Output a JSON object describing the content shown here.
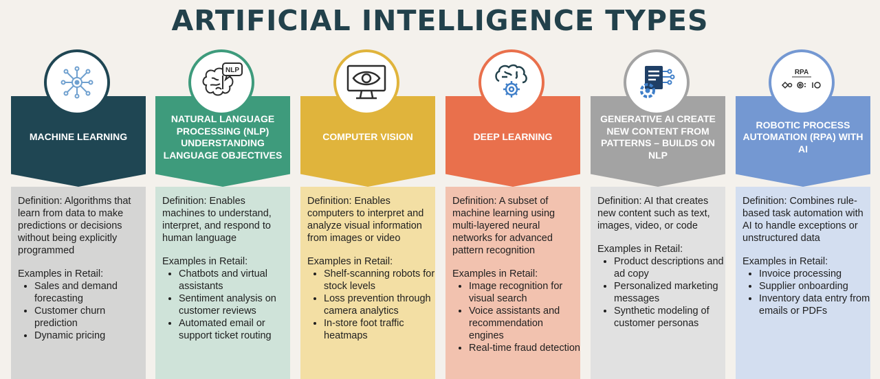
{
  "title": "ARTIFICIAL INTELLIGENCE TYPES",
  "columns": [
    {
      "header": "MACHINE LEARNING",
      "icon": "neural-network-icon",
      "header_color": "#1f4653",
      "body_color": "#d5d5d4",
      "definition": "Definition: Algorithms that learn from data to make predictions or decisions without being explicitly programmed",
      "examples_label": "Examples in Retail:",
      "examples": [
        "Sales and demand forecasting",
        "Customer churn prediction",
        "Dynamic pricing"
      ]
    },
    {
      "header": "NATURAL LANGUAGE PROCESSING (NLP) UNDERSTANDING LANGUAGE OBJECTIVES",
      "icon": "nlp-brain-icon",
      "header_color": "#3e9b7c",
      "body_color": "#cfe3d9",
      "definition": "Definition: Enables machines to understand, interpret, and respond to human language",
      "examples_label": "Examples in Retail:",
      "examples": [
        "Chatbots and virtual assistants",
        "Sentiment analysis on customer reviews",
        "Automated email or support ticket routing"
      ]
    },
    {
      "header": "COMPUTER VISION",
      "icon": "eye-monitor-icon",
      "header_color": "#e0b43c",
      "body_color": "#f3dfa4",
      "definition": "Definition: Enables computers to interpret and analyze visual information from images or video",
      "examples_label": "Examples in Retail:",
      "examples": [
        "Shelf-scanning robots for stock levels",
        "Loss prevention through camera analytics",
        "In-store foot traffic heatmaps"
      ]
    },
    {
      "header": "DEEP LEARNING",
      "icon": "brain-gear-icon",
      "header_color": "#e9704c",
      "body_color": "#f2c2af",
      "definition": "Definition: A subset of machine learning using multi-layered neural networks for advanced pattern recognition",
      "examples_label": "Examples in Retail:",
      "examples": [
        "Image recognition for visual search",
        "Voice assistants and recommendation engines",
        "Real-time fraud detection"
      ]
    },
    {
      "header": "GENERATIVE AI CREATE NEW CONTENT FROM PATTERNS – BUILDS ON NLP",
      "icon": "document-gear-icon",
      "header_color": "#a3a3a3",
      "body_color": "#e1e1e1",
      "definition": "Definition: AI that creates new content such as text, images, video, or code",
      "examples_label": "Examples in Retail:",
      "examples": [
        "Product descriptions and ad copy",
        "Personalized marketing messages",
        "Synthetic modeling of customer personas"
      ]
    },
    {
      "header": "ROBOTIC PROCESS AUTOMATION (RPA) WITH AI",
      "icon": "rpa-icon",
      "header_color": "#7498d2",
      "body_color": "#d3def0",
      "definition": "Definition: Combines rule-based task automation with AI to handle exceptions or unstructured data",
      "examples_label": "Examples in Retail:",
      "examples": [
        "Invoice processing",
        "Supplier onboarding",
        "Inventory data entry from emails or PDFs"
      ],
      "icon_label": "RPA"
    }
  ]
}
